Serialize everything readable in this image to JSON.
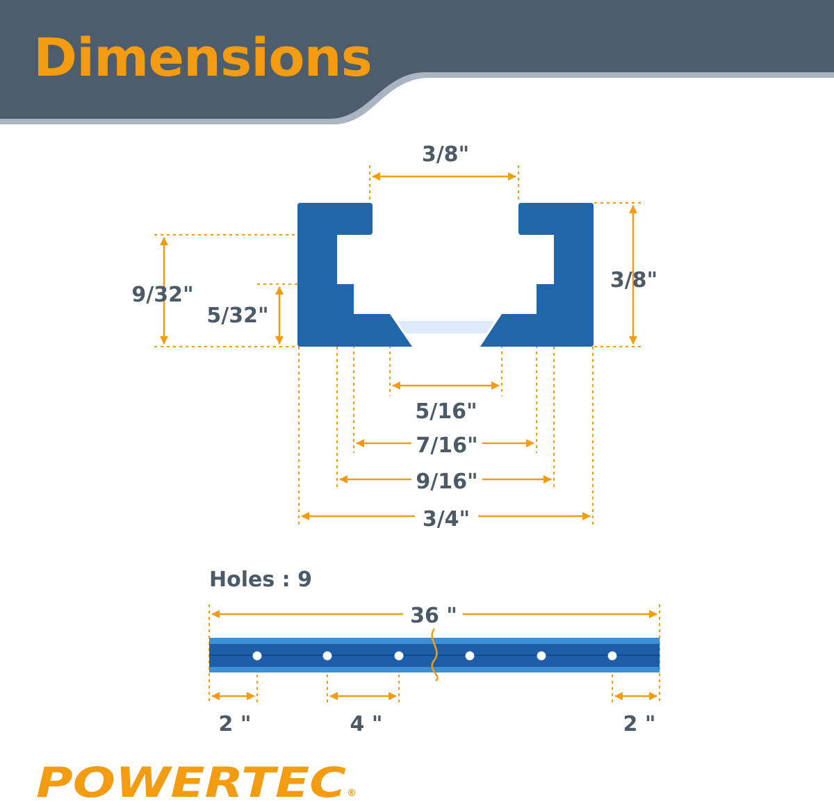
{
  "header": {
    "title": "Dimensions"
  },
  "profile_dimensions": {
    "top_opening": "3/8\"",
    "overall_height": "3/8\"",
    "slot_height": "9/32\"",
    "lower_height": "5/32\"",
    "countersink_width": "5/16\"",
    "floor_width": "7/16\"",
    "inner_width": "9/16\"",
    "overall_width": "3/4\""
  },
  "track": {
    "holes_label": "Holes : 9",
    "length": "36 \"",
    "end_offset_left": "2 \"",
    "hole_spacing": "4 \"",
    "end_offset_right": "2 \""
  },
  "brand": {
    "name": "POWERTEC",
    "registered_mark": "®"
  },
  "colors": {
    "header_bg": "#4d5d6c",
    "header_stripe": "#a9b6c2",
    "accent_orange": "#f39c12",
    "profile_blue": "#1f66ab",
    "track_light_blue": "#3b8fd6",
    "track_dark_blue": "#1c5fa8",
    "text_gray": "#4b5a66"
  }
}
